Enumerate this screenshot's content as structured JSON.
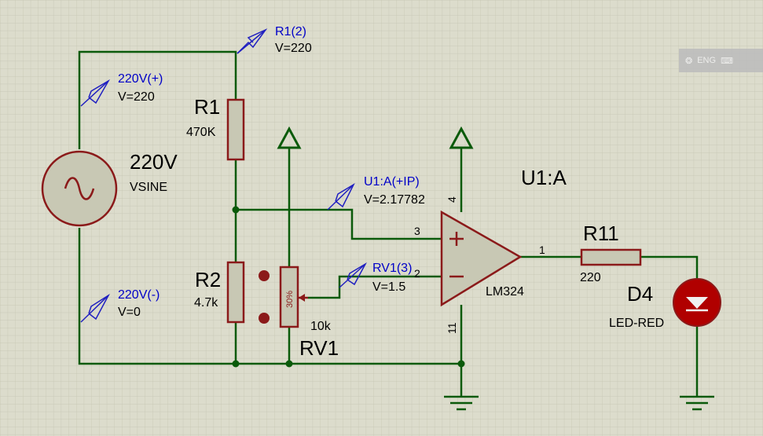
{
  "components": {
    "vsine": {
      "name": "220V",
      "type": "VSINE"
    },
    "r1": {
      "name": "R1",
      "value": "470K"
    },
    "r2": {
      "name": "R2",
      "value": "4.7k"
    },
    "rv1": {
      "name": "RV1",
      "value": "10k",
      "wiper": "30%"
    },
    "u1": {
      "name": "U1:A",
      "part": "LM324",
      "pin_plus": "3",
      "pin_minus": "2",
      "pin_vcc": "4",
      "pin_gnd": "11",
      "pin_out": "1"
    },
    "r11": {
      "name": "R11",
      "value": "220"
    },
    "d4": {
      "name": "D4",
      "type": "LED-RED"
    }
  },
  "probes": [
    {
      "name": "R1(2)",
      "value": "V=220"
    },
    {
      "name": "220V(+)",
      "value": "V=220"
    },
    {
      "name": "U1:A(+IP)",
      "value": "V=2.17782"
    },
    {
      "name": "RV1(3)",
      "value": "V=1.5"
    },
    {
      "name": "220V(-)",
      "value": "V=0"
    }
  ],
  "langbar": {
    "label": "ENG"
  },
  "colors": {
    "wire": "#0a5a0a",
    "component": "#8b1a1a",
    "probe_text": "#0000c8",
    "led": "#b00000",
    "background": "#dcdccc"
  }
}
